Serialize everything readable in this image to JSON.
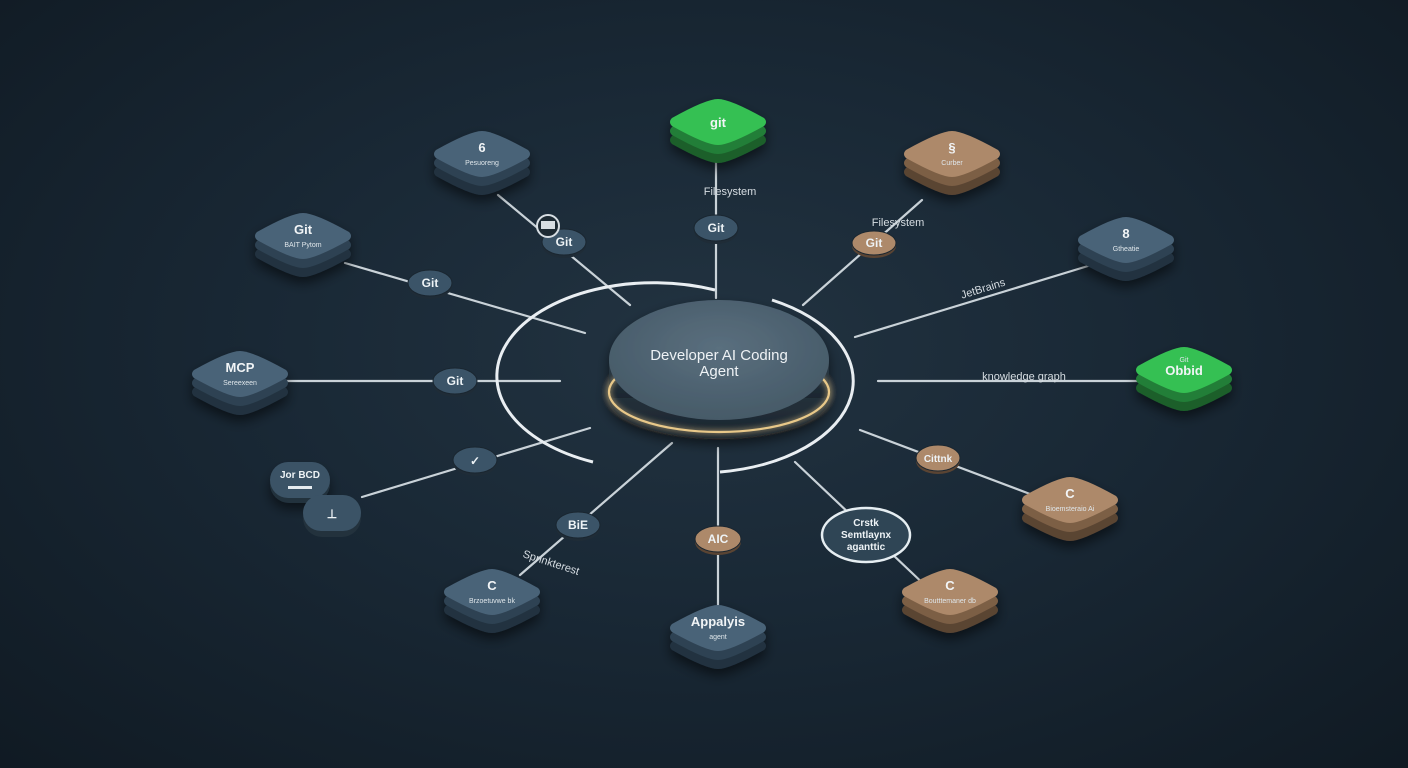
{
  "hub": {
    "line1": "Developer AI Coding",
    "line2": "Agent"
  },
  "colors": {
    "slate": "#3f5a70",
    "green": "#2fae4a",
    "tan": "#a37f60",
    "chip": "#3b5468",
    "ring": "#e9eef2"
  },
  "nodes": [
    {
      "id": "git-top",
      "color": "green",
      "title": "git",
      "subtitle": "",
      "icon": ""
    },
    {
      "id": "top-left",
      "color": "slate",
      "title": "",
      "subtitle": "Pesuoreng",
      "icon": "b-icon"
    },
    {
      "id": "left-upper",
      "color": "slate",
      "title": "Git",
      "subtitle": "BAIT Pytom",
      "icon": ""
    },
    {
      "id": "mcp",
      "color": "slate",
      "title": "MCP",
      "subtitle": "Sereexeen",
      "icon": ""
    },
    {
      "id": "bottom-left",
      "color": "slate",
      "title": "",
      "subtitle": "Brzoetuvwe bk",
      "icon": "c-icon"
    },
    {
      "id": "bottom",
      "color": "slate",
      "title": "Appalyis",
      "subtitle": "agent",
      "icon": ""
    },
    {
      "id": "bottom-right",
      "color": "tan",
      "title": "",
      "subtitle": "Boutttemaner db",
      "icon": "c-icon"
    },
    {
      "id": "right-lower",
      "color": "tan",
      "title": "",
      "subtitle": "Bioemsteraio Ai",
      "icon": "c-icon"
    },
    {
      "id": "right-green",
      "color": "green",
      "title": "Obbid",
      "subtitle": "",
      "pretitle": "Git",
      "icon": ""
    },
    {
      "id": "right-upper",
      "color": "slate",
      "title": "",
      "subtitle": "Gtheatie",
      "icon": "a-icon"
    },
    {
      "id": "top-right",
      "color": "tan",
      "title": "",
      "subtitle": "Curber",
      "icon": "s-icon"
    }
  ],
  "chips": [
    {
      "id": "chip-top",
      "label": "Git",
      "color": "chip"
    },
    {
      "id": "chip-top-left",
      "label": "Git",
      "color": "chip"
    },
    {
      "id": "chip-left-upper",
      "label": "Git",
      "color": "chip"
    },
    {
      "id": "chip-mcp",
      "label": "Git",
      "color": "chip"
    },
    {
      "id": "chip-lower-left",
      "label": "",
      "color": "chip",
      "icon": "check-icon"
    },
    {
      "id": "chip-bottom-left",
      "label": "BiE",
      "color": "chip"
    },
    {
      "id": "chip-bottom",
      "label": "AIC",
      "color": "tan"
    },
    {
      "id": "chip-top-right",
      "label": "Git",
      "color": "tan"
    },
    {
      "id": "chip-right-lower",
      "label": "Cittnk",
      "color": "tan"
    }
  ],
  "labels": {
    "filesystem": "Filesystem",
    "filesystem_right": "Filesystem",
    "jetbrains": "JetBrains",
    "knowledge": "knowledge graph",
    "sprinkle": "Sprinkterest",
    "circle_node": [
      "Crstk",
      "Semtlaynx",
      "aganttic"
    ],
    "stack_top": "Jor BCD"
  }
}
